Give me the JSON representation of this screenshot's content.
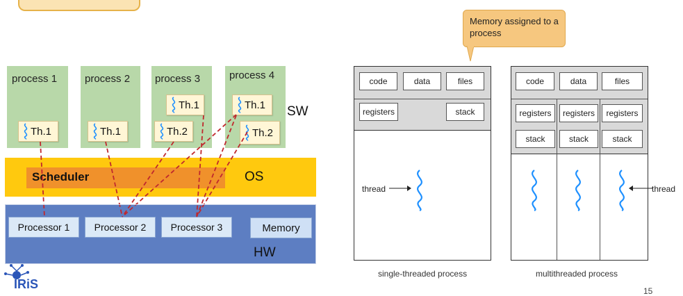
{
  "left": {
    "processes": [
      "process 1",
      "process 2",
      "process 3",
      "process 4"
    ],
    "threads": {
      "p1": [
        "Th.1"
      ],
      "p2": [
        "Th.1"
      ],
      "p3": [
        "Th.1",
        "Th.2"
      ],
      "p4": [
        "Th.1",
        "Th.2"
      ]
    },
    "sw_label": "SW",
    "scheduler_label": "Scheduler",
    "os_label": "OS",
    "processors": [
      "Processor 1",
      "Processor 2",
      "Processor 3"
    ],
    "memory_label": "Memory",
    "hw_label": "HW"
  },
  "logo_text": "IRiS",
  "right": {
    "callout": "Memory assigned to a process",
    "single": {
      "cells": [
        "code",
        "data",
        "files"
      ],
      "registers": "registers",
      "stack": "stack",
      "thread_label": "thread",
      "caption": "single-threaded process"
    },
    "multi": {
      "cells": [
        "code",
        "data",
        "files"
      ],
      "registers": [
        "registers",
        "registers",
        "registers"
      ],
      "stacks": [
        "stack",
        "stack",
        "stack"
      ],
      "thread_label": "thread",
      "caption": "multithreaded process"
    }
  },
  "page_number": "15",
  "colors": {
    "process_green": "#b8d8a9",
    "os_yellow": "#ffc90e",
    "scheduler_orange": "#f0912b",
    "hw_blue": "#5d7ec2",
    "thread_squiggle": "#1e90ff",
    "dashed_line": "#c0282d"
  }
}
